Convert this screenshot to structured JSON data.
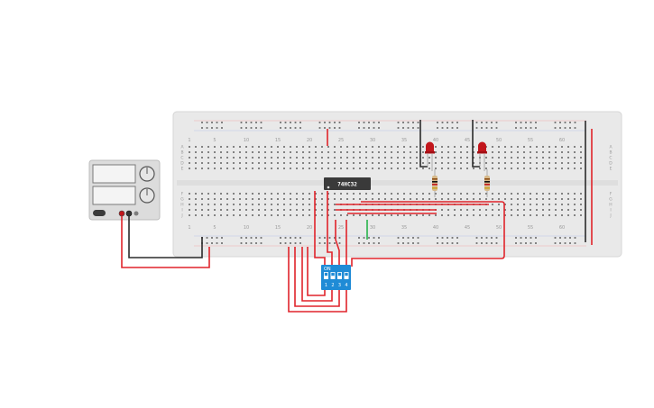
{
  "colors": {
    "breadboard": "#e9e9e9",
    "hole": "#6b6b6b",
    "wire_red": "#e0242b",
    "wire_black": "#2b2b2b",
    "wire_green": "#27b34a",
    "chip": "#3a3a3a",
    "dip_switch": "#1f8bd6",
    "led": "#c2161c",
    "resistor": "#d7b98a",
    "power_supply": "#dcdcdc"
  },
  "components": {
    "chip": {
      "label": "74HC32"
    },
    "dip_switch": {
      "label_on": "ON",
      "positions": [
        "1",
        "2",
        "3",
        "4"
      ]
    },
    "leds": [
      {
        "name": "led-1",
        "color": "red"
      },
      {
        "name": "led-2",
        "color": "red"
      }
    ],
    "resistors": [
      {
        "name": "resistor-1"
      },
      {
        "name": "resistor-2"
      }
    ],
    "power_supply": {
      "knobs": 2,
      "displays": 2
    }
  },
  "breadboard": {
    "column_numbers": [
      "1",
      "5",
      "10",
      "15",
      "20",
      "25",
      "30",
      "35",
      "40",
      "45",
      "50",
      "55",
      "60"
    ],
    "row_letters_top": [
      "A",
      "B",
      "C",
      "D",
      "E"
    ],
    "row_letters_bottom": [
      "F",
      "G",
      "H",
      "I",
      "J"
    ]
  }
}
